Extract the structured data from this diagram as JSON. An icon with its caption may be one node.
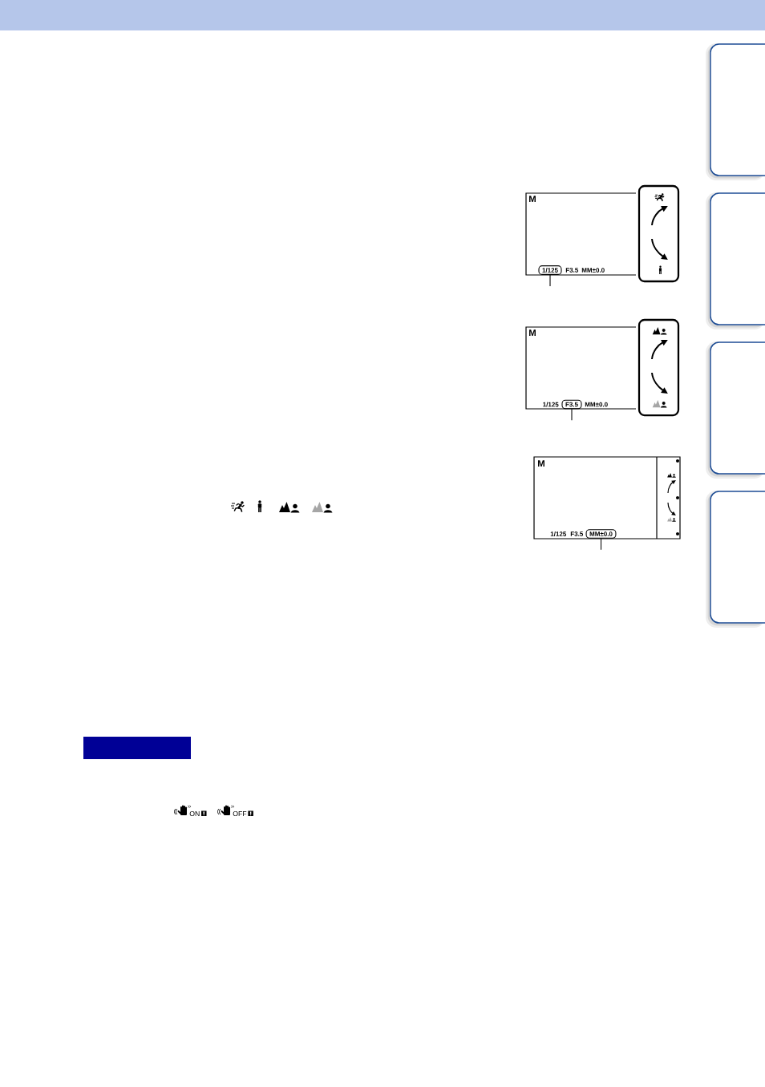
{
  "diagram": {
    "nodes": [
      {
        "text": [
          "M",
          "F3.5",
          "MM±0.0"
        ]
      },
      {
        "text": [
          "1/125"
        ],
        "in": 0
      },
      {
        "text": [
          "M",
          "1/125",
          "MM±0.0"
        ]
      },
      {
        "text": [
          "F3.5"
        ],
        "in": 2
      },
      {
        "text": [
          "M",
          "1/125",
          "F3.5"
        ]
      },
      {
        "text": [
          "MM±0.0"
        ],
        "in": 4
      },
      {
        "text": [],
        "shape": "box"
      }
    ],
    "edges": [
      {
        "from": 1,
        "to": null,
        "arrow": "none"
      },
      {
        "from": 3,
        "to": null,
        "arrow": "none"
      },
      {
        "from": 5,
        "to": null,
        "arrow": "none"
      }
    ],
    "labels": [
      "ON",
      "OFF"
    ]
  }
}
